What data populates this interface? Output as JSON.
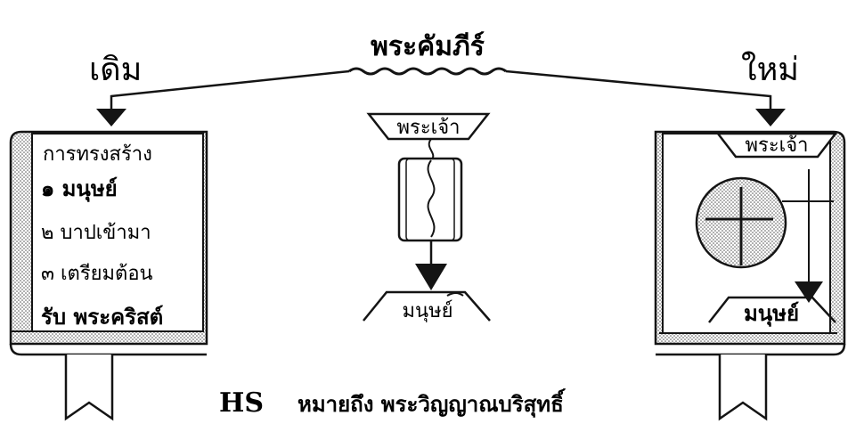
{
  "diagram": {
    "title": "พระคัมภีร์",
    "old_label": "เดิม",
    "new_label": "ใหม่",
    "old_book": {
      "lines": [
        "การทรงสร้าง",
        "๑ มนุษย์",
        "๒ บาปเข้ามา",
        "๓ เตรียมต้อน"
      ],
      "last_line": "รับ พระคริสต์"
    },
    "middle": {
      "top": "พระเจ้า",
      "bottom": "มนุษย์"
    },
    "new_book": {
      "top": "พระเจ้า",
      "bottom": "มนุษย์"
    },
    "legend": {
      "abbr": "HS",
      "text": "หมายถึง พระวิญญาณบริสุทธิ์"
    }
  }
}
